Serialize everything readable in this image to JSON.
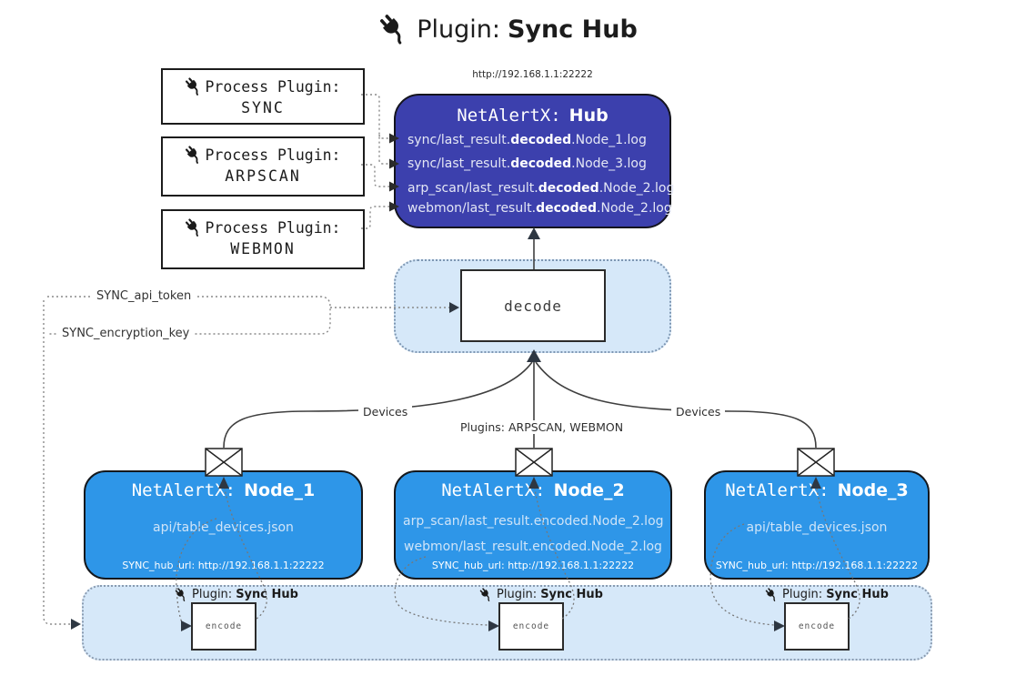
{
  "title": {
    "prefix": "Plugin:",
    "name": "Sync Hub"
  },
  "hub": {
    "url": "http://192.168.1.1:22222",
    "title_prefix": "NetAlertX:",
    "title_name": "Hub",
    "entries": [
      {
        "pre": "sync/last_result.",
        "bold": "decoded",
        "post": ".Node_1.log"
      },
      {
        "pre": "sync/last_result.",
        "bold": "decoded",
        "post": ".Node_3.log"
      },
      {
        "pre": "arp_scan/last_result.",
        "bold": "decoded",
        "post": ".Node_2.log"
      },
      {
        "pre": "webmon/last_result.",
        "bold": "decoded",
        "post": ".Node_2.log"
      }
    ]
  },
  "process_plugins": [
    {
      "label": "Process Plugin:",
      "name": "SYNC"
    },
    {
      "label": "Process Plugin:",
      "name": "ARPSCAN"
    },
    {
      "label": "Process Plugin:",
      "name": "WEBMON"
    }
  ],
  "decode_label": "decode",
  "tokens": {
    "api_token": "SYNC_api_token",
    "encryption_key": "SYNC_encryption_key"
  },
  "edge_labels": {
    "devices_left": "Devices",
    "plugins_center": "Plugins: ARPSCAN, WEBMON",
    "devices_right": "Devices"
  },
  "nodes": [
    {
      "title_prefix": "NetAlertX:",
      "title_name": "Node_1",
      "lines": [
        "api/table_devices.json"
      ],
      "footer": "SYNC_hub_url: http://192.168.1.1:22222"
    },
    {
      "title_prefix": "NetAlertX:",
      "title_name": "Node_2",
      "lines": [
        "arp_scan/last_result.encoded.Node_2.log",
        "webmon/last_result.encoded.Node_2.log"
      ],
      "footer": "SYNC_hub_url: http://192.168.1.1:22222"
    },
    {
      "title_prefix": "NetAlertX:",
      "title_name": "Node_3",
      "lines": [
        "api/table_devices.json"
      ],
      "footer": "SYNC_hub_url: http://192.168.1.1:22222"
    }
  ],
  "encode_strip": {
    "labels": [
      {
        "prefix": "Plugin:",
        "name": "Sync Hub"
      },
      {
        "prefix": "Plugin:",
        "name": "Sync Hub"
      },
      {
        "prefix": "Plugin:",
        "name": "Sync Hub"
      }
    ],
    "encode_label": "encode"
  },
  "colors": {
    "hub_fill": "#3c40ad",
    "node_fill": "#2e96e8",
    "container_fill": "#d6e8f9",
    "line": "#3f3f3f",
    "arrow": "#2e3742"
  }
}
